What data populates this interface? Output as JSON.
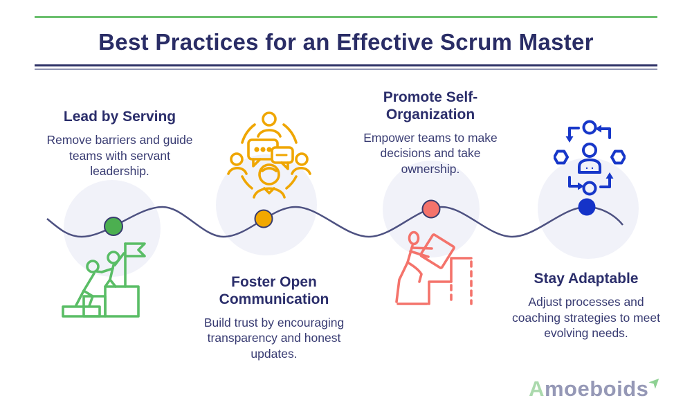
{
  "header": {
    "title": "Best Practices for an Effective Scrum Master"
  },
  "steps": [
    {
      "heading": "Lead by Serving",
      "body": "Remove barriers and guide teams with servant leadership.",
      "dot_color": "#4caf50",
      "icon": "team-summit-flag-icon",
      "icon_color": "#5abd66"
    },
    {
      "heading": "Foster Open Communication",
      "body": "Build trust by encouraging transparency and honest updates.",
      "dot_color": "#f2a800",
      "icon": "group-chat-icon",
      "icon_color": "#efa600"
    },
    {
      "heading": "Promote Self-Organization",
      "body": "Empower teams to make decisions and take ownership.",
      "dot_color": "#f4736b",
      "icon": "carry-box-up-steps-icon",
      "icon_color": "#f4736b"
    },
    {
      "heading": "Stay Adaptable",
      "body": "Adjust processes and coaching strategies to meet evolving needs.",
      "dot_color": "#1533c8",
      "icon": "adapt-cycle-icon",
      "icon_color": "#1737c9"
    }
  ],
  "footer": {
    "logo_prefix": "A",
    "logo_rest": "moeboids",
    "logo_arrow_icon": "up-right-arrow",
    "logo_arrow_glyph": "➤"
  },
  "colors": {
    "title_text": "#2a2d66",
    "body_text": "#383b72",
    "top_rule_green": "#6cc06f",
    "double_rule_dark": "#2e3166",
    "double_rule_light": "#9094b2",
    "wave_line": "#4d5181",
    "background_circle": "#f1f2f9",
    "logo_text": "#9598b6",
    "logo_accent_green": "#abd9ad"
  }
}
